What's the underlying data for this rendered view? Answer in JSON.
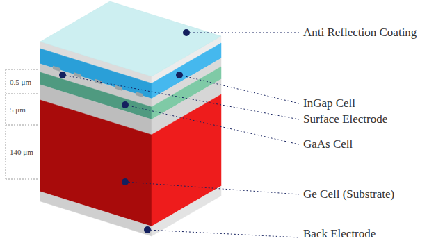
{
  "diagram": {
    "labels": [
      "Anti Reflection Coating",
      "InGap Cell",
      "Surface Electrode",
      "GaAs Cell",
      "Ge Cell (Substrate)",
      "Back Electrode",
      "0.5 μm",
      "5 μm",
      "140 μm"
    ]
  }
}
